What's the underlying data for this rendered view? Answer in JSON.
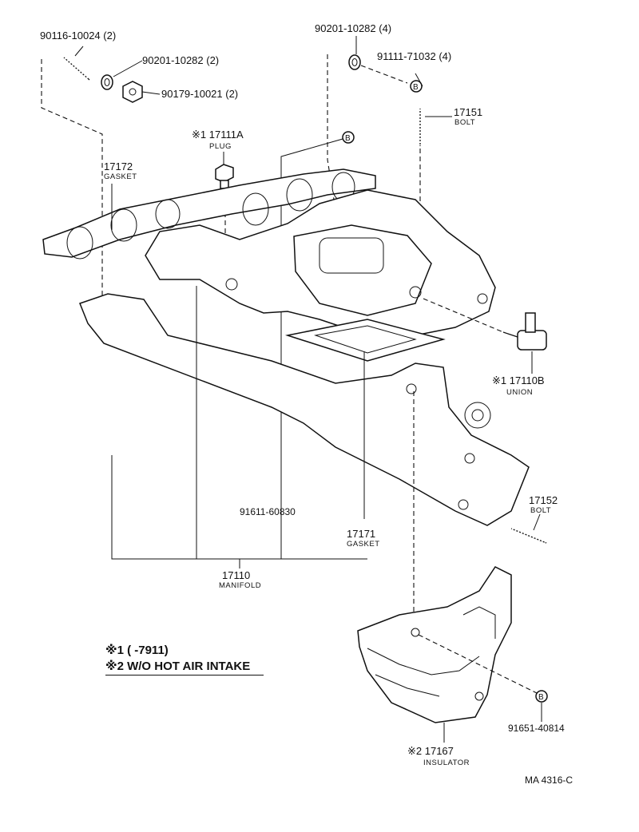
{
  "callouts": {
    "p1": {
      "num": "90116-10024 (2)"
    },
    "p2": {
      "num": "90201-10282 (2)"
    },
    "p3": {
      "num": "90179-10021 (2)"
    },
    "p4": {
      "num": "90201-10282 (4)"
    },
    "p5": {
      "num": "91111-71032 (4)"
    },
    "p6": {
      "num": "17151",
      "sub": "BOLT"
    },
    "p7": {
      "num": "※1 17111A",
      "sub": "PLUG"
    },
    "p8": {
      "num": "17172",
      "sub": "GASKET"
    },
    "p9": {
      "num": "※1 17110B",
      "sub": "UNION"
    },
    "p10": {
      "num": "91611-60830"
    },
    "p11": {
      "num": "17171",
      "sub": "GASKET"
    },
    "p12": {
      "num": "17152",
      "sub": "BOLT"
    },
    "p13": {
      "num": "17110",
      "sub": "MANIFOLD"
    },
    "p14": {
      "num": "91651-40814"
    },
    "p15": {
      "num": "※2 17167",
      "sub": "INSULATOR"
    }
  },
  "ref_markers": [
    "B",
    "B",
    "B"
  ],
  "notes": {
    "n1": "※1 (      -7911)",
    "n2": "※2 W/O HOT AIR INTAKE"
  },
  "diagram_code": "MA 4316-C"
}
